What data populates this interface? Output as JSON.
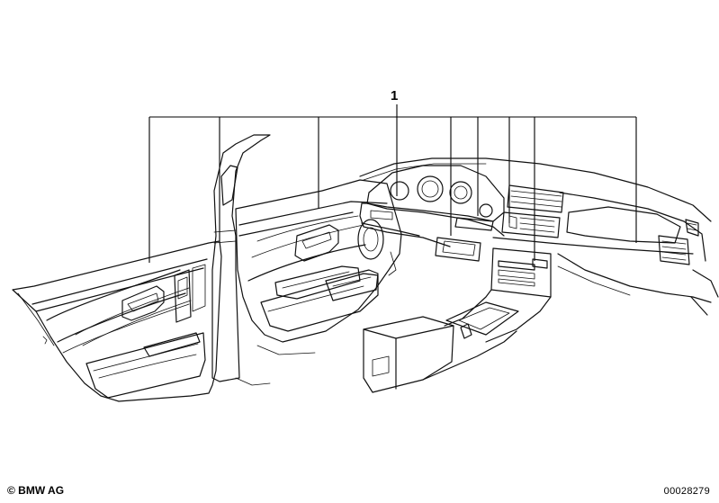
{
  "callout": {
    "label": "1"
  },
  "footer": {
    "copyright": "© BMW AG",
    "image_number": "00028279"
  }
}
